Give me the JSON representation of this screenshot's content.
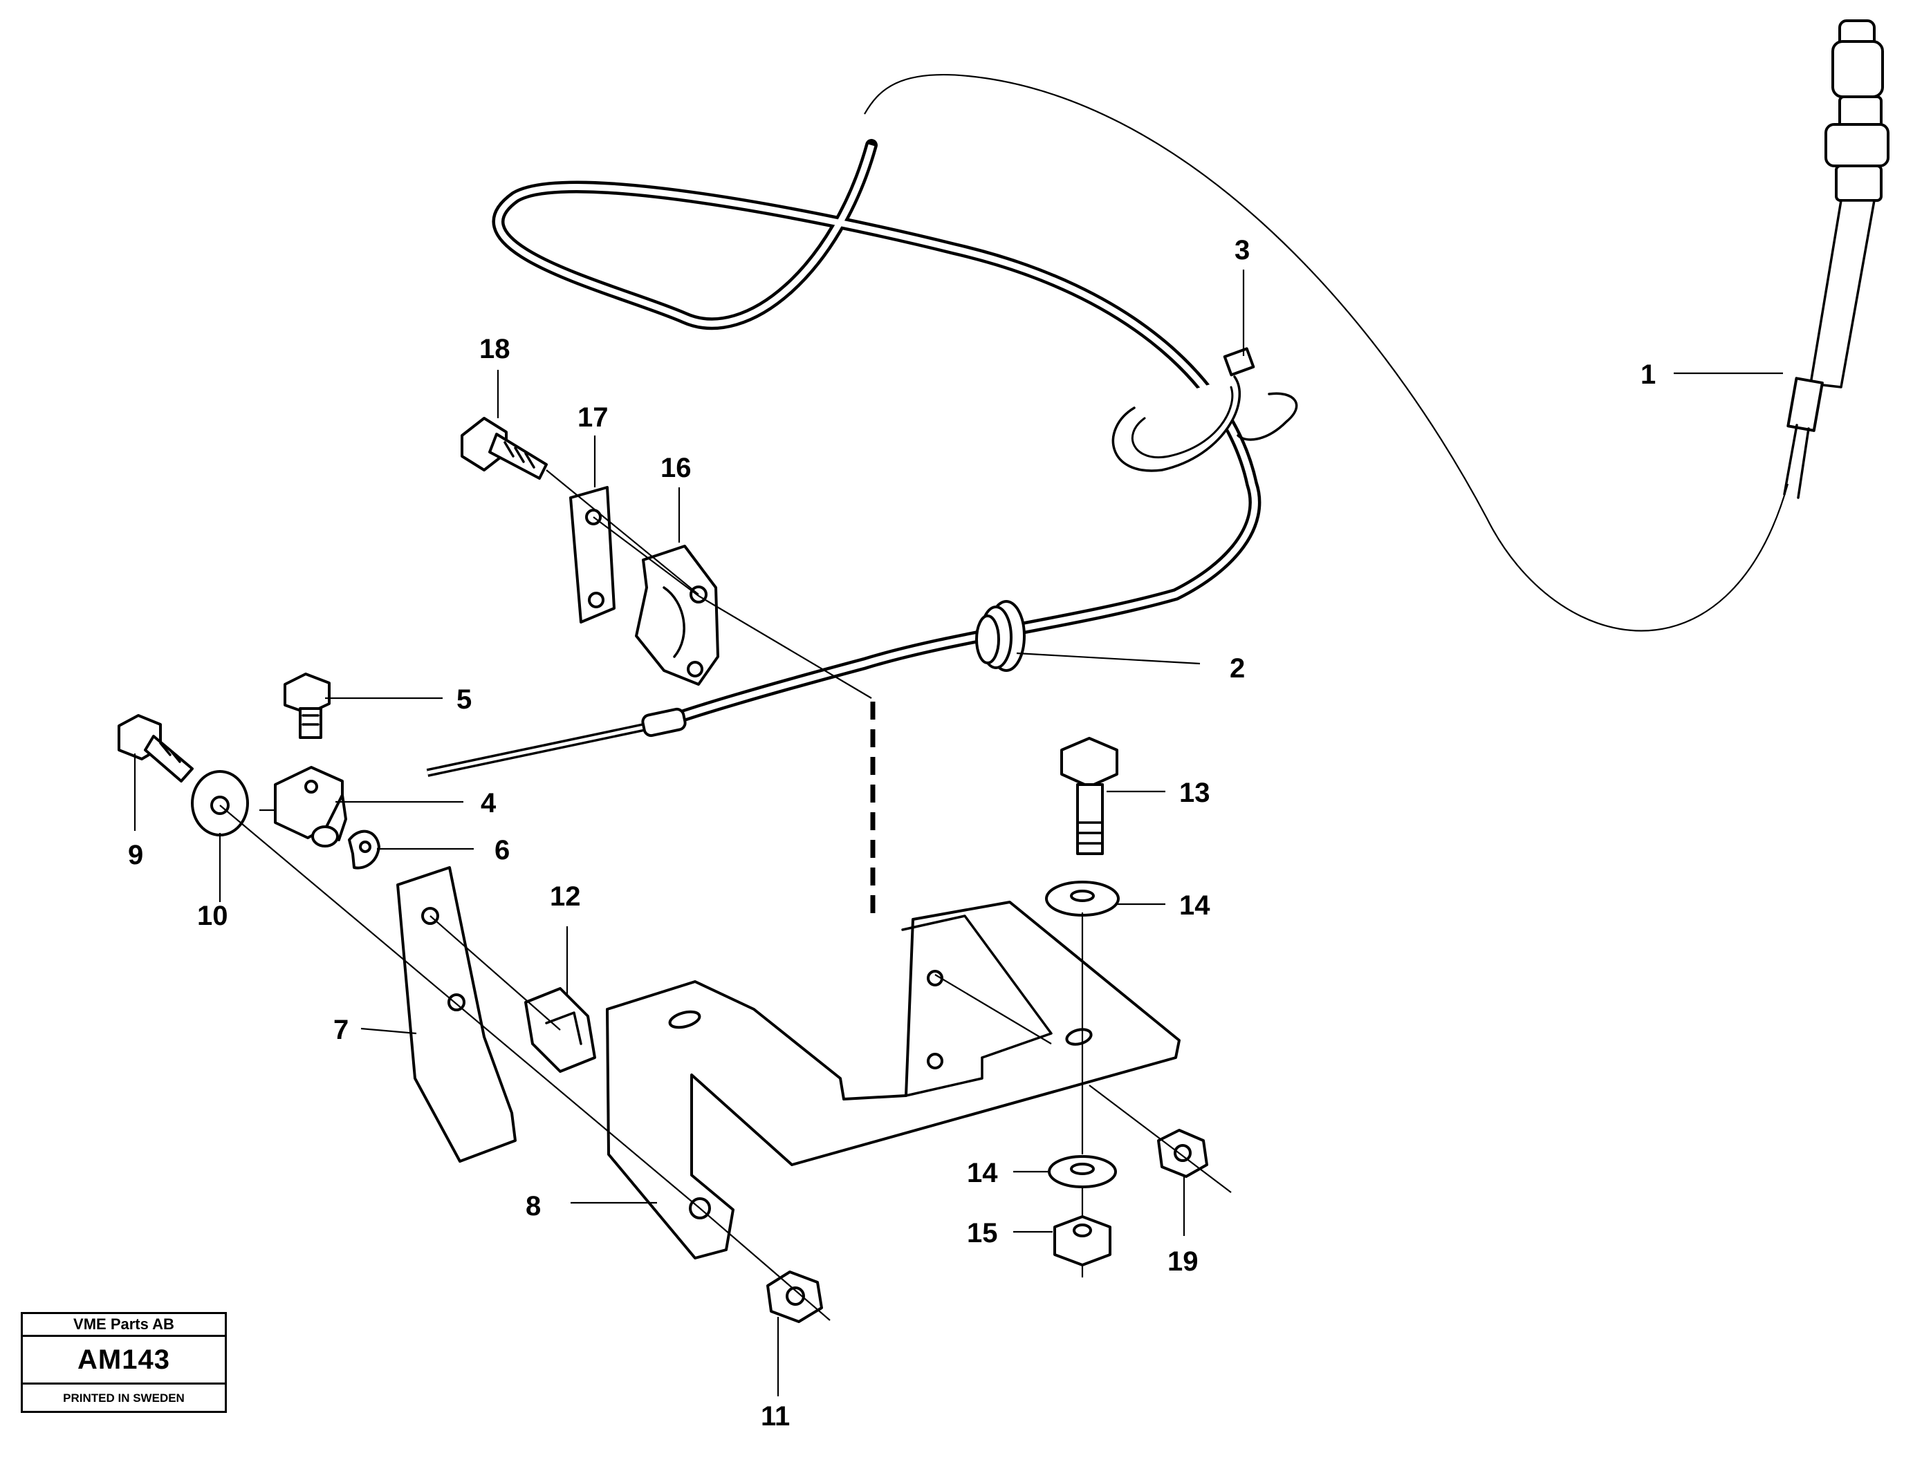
{
  "callouts": [
    {
      "label": "1"
    },
    {
      "label": "2"
    },
    {
      "label": "3"
    },
    {
      "label": "4"
    },
    {
      "label": "5"
    },
    {
      "label": "6"
    },
    {
      "label": "7"
    },
    {
      "label": "8"
    },
    {
      "label": "9"
    },
    {
      "label": "10"
    },
    {
      "label": "11"
    },
    {
      "label": "12"
    },
    {
      "label": "13"
    },
    {
      "label": "14"
    },
    {
      "label": "14"
    },
    {
      "label": "15"
    },
    {
      "label": "16"
    },
    {
      "label": "17"
    },
    {
      "label": "18"
    },
    {
      "label": "19"
    }
  ],
  "title_block": {
    "company": "VME Parts AB",
    "code": "AM143",
    "printed": "PRINTED IN SWEDEN"
  }
}
